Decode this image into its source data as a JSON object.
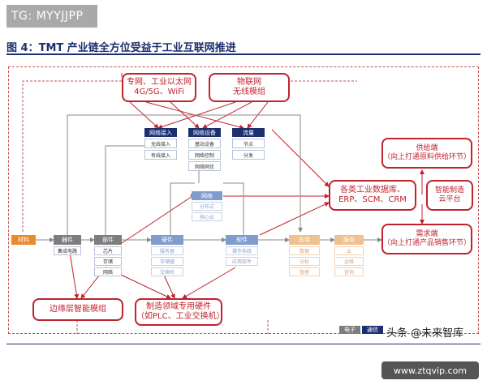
{
  "watermark_tag": "TG: MYYJJPP",
  "figure_title": "图 4：TMT 产业链全方位受益于工业互联网推进",
  "top_boxes": {
    "network": [
      "专网、工业以太网",
      "4G/5G、WiFi"
    ],
    "iot": [
      "物联网",
      "无线模组"
    ]
  },
  "network_access": {
    "header": "网络接入",
    "items": [
      "无线接入",
      "有线接入"
    ]
  },
  "network_equipment": {
    "header": "网络设备",
    "items": [
      "基站设备",
      "网络控制",
      "网络网优"
    ]
  },
  "traffic": {
    "header": "流量",
    "items": [
      "节点",
      "分发"
    ]
  },
  "cloud_net": {
    "header": "网络",
    "items": [
      "分布式",
      "核心云"
    ]
  },
  "chain": [
    {
      "header": "材料",
      "items": []
    },
    {
      "header": "器件",
      "items": [
        "集成电路"
      ]
    },
    {
      "header": "部件",
      "items": [
        "芯片",
        "存储",
        "网络"
      ]
    },
    {
      "header": "硬件",
      "items": [
        "服务器",
        "存储器",
        "交换机"
      ]
    },
    {
      "header": "软件",
      "items": [
        "操作系统",
        "应用软件"
      ]
    },
    {
      "header": "应用",
      "items": [
        "数据",
        "分析",
        "管理"
      ]
    },
    {
      "header": "服务",
      "items": [
        "云",
        "运维",
        "咨询"
      ]
    }
  ],
  "right_boxes": {
    "supply": [
      "供给端",
      "（向上打通原料供给环节）"
    ],
    "erp": [
      "各类工业数据库、",
      "ERP、SCM、CRM"
    ],
    "smart": [
      "智能制造",
      "云平台"
    ],
    "demand": [
      "需求端",
      "（向上打通产品销售环节）"
    ]
  },
  "bottom_boxes": {
    "edge": "边缘层智能模组",
    "hardware": [
      "制造领域专用硬件",
      "（如PLC、工业交换机）"
    ]
  },
  "legend": [
    "电子",
    "通信"
  ],
  "source_watermark": "头条 @未来智库",
  "site_url": "www.ztqvip.com",
  "colors": {
    "accent_red": "#c0222e",
    "navy": "#1c2f6e",
    "light_blue": "#7f9ccc",
    "orange": "#e98a2c"
  }
}
